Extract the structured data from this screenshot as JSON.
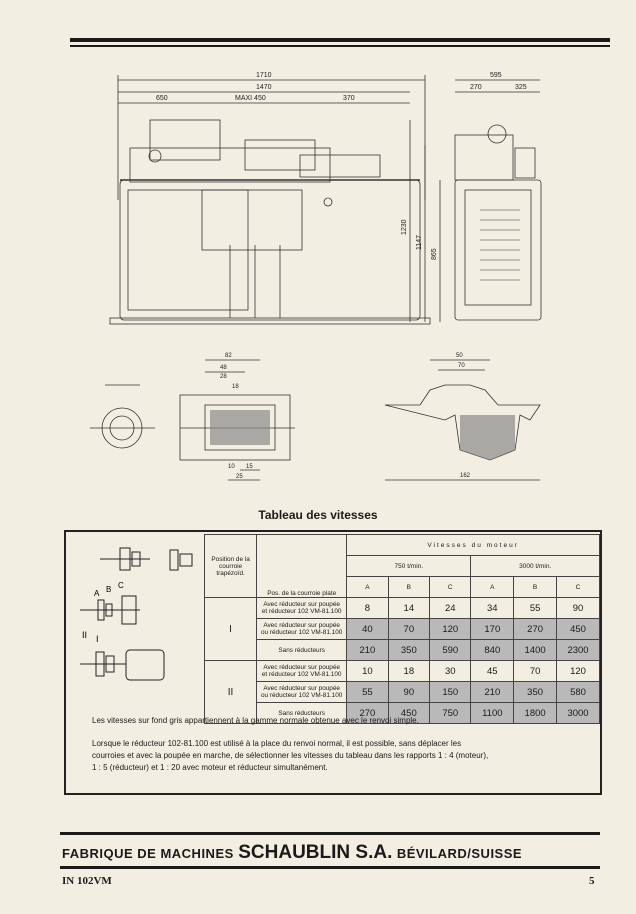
{
  "drawing": {
    "dims_top": {
      "d1710": "1710",
      "d1470": "1470",
      "d650": "650",
      "d_maxi": "MAXI 450",
      "d370": "370",
      "d595": "595",
      "d270": "270",
      "d325": "325"
    },
    "dims_side": {
      "d1230": "1230",
      "d1147": "1147",
      "d865": "865"
    },
    "dims_detail": {
      "d82": "82",
      "d48": "48",
      "d28": "28",
      "d18": "18",
      "d10": "10",
      "d15": "15",
      "d25": "25",
      "d50": "50",
      "d70": "70",
      "d162": "162"
    }
  },
  "table": {
    "title": "Tableau des vitesses",
    "header": {
      "position": "Position de la courroie trapézoïd.",
      "pos_plate": "Pos. de la courroie plate",
      "motor_speeds": "Vitesses du moteur",
      "speed_750": "750 t/min.",
      "speed_3000": "3000 t/min."
    },
    "cols": [
      "A",
      "B",
      "C",
      "A",
      "B",
      "C"
    ],
    "positions": [
      "I",
      "II"
    ],
    "labels": {
      "r1a": "Avec réducteur sur poupée",
      "r1b": "et réducteur 102 VM-81.100",
      "r2a": "Avec réducteur sur poupée",
      "r2b": "ou réducteur 102 VM-81.100",
      "r3": "Sans réducteurs"
    },
    "rows": [
      {
        "values": [
          "8",
          "14",
          "24",
          "34",
          "55",
          "90"
        ],
        "gray": false
      },
      {
        "values": [
          "40",
          "70",
          "120",
          "170",
          "270",
          "450"
        ],
        "gray": true
      },
      {
        "values": [
          "210",
          "350",
          "590",
          "840",
          "1400",
          "2300"
        ],
        "gray": true
      },
      {
        "values": [
          "10",
          "18",
          "30",
          "45",
          "70",
          "120"
        ],
        "gray": false
      },
      {
        "values": [
          "55",
          "90",
          "150",
          "210",
          "350",
          "580"
        ],
        "gray": true
      },
      {
        "values": [
          "270",
          "450",
          "750",
          "1100",
          "1800",
          "3000"
        ],
        "gray": true
      }
    ],
    "pulley_letters": {
      "a": "A",
      "b": "B",
      "c": "C",
      "i": "I",
      "ii": "II"
    }
  },
  "notes": {
    "n1": "Les vitesses sur fond gris appartiennent à la gamme normale obtenue avec le renvoi simple.",
    "n2a": "Lorsque le réducteur 102-81.100 est utilisé à la place du renvoi normal, il est possible, sans déplacer les",
    "n2b": "courroies et avec la poupée en marche, de sélectionner les vitesses du tableau dans les rapports 1 : 4 (moteur),",
    "n2c": "1 : 5 (réducteur) et 1 : 20 avec moteur et réducteur simultanément."
  },
  "footer": {
    "part1": "FABRIQUE DE MACHINES",
    "part2": "SCHAUBLIN S.A.",
    "part3": "BÉVILARD/SUISSE",
    "doc_id": "IN 102VM",
    "page": "5"
  }
}
